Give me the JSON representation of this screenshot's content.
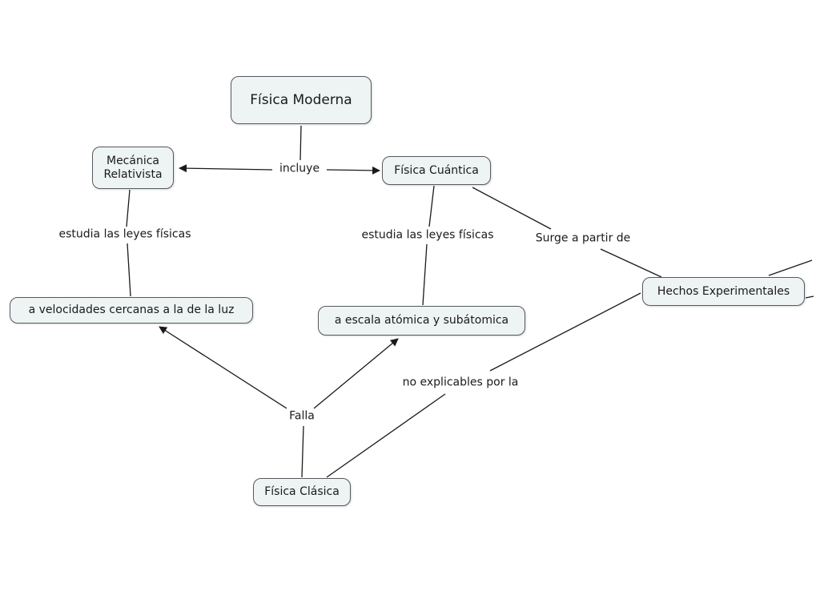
{
  "nodes": {
    "fisica_moderna": "Física Moderna",
    "mecanica_relativista": "Mecánica\nRelativista",
    "fisica_cuantica": "Física Cuántica",
    "velocidades": "a velocidades cercanas a la de la luz",
    "escala_atomica": "a escala atómica y subátomica",
    "hechos_experimentales": "Hechos Experimentales",
    "fisica_clasica": "Física Clásica"
  },
  "links": {
    "incluye": "incluye",
    "estudia_relativista": "estudia las leyes físicas",
    "estudia_cuantica": "estudia las leyes físicas",
    "surge": "Surge a partir de",
    "no_explicables": "no explicables por la",
    "falla": "Falla"
  },
  "colors": {
    "node_fill": "#eef3f4",
    "node_border": "#555a5e",
    "line": "#1a1a1a"
  }
}
